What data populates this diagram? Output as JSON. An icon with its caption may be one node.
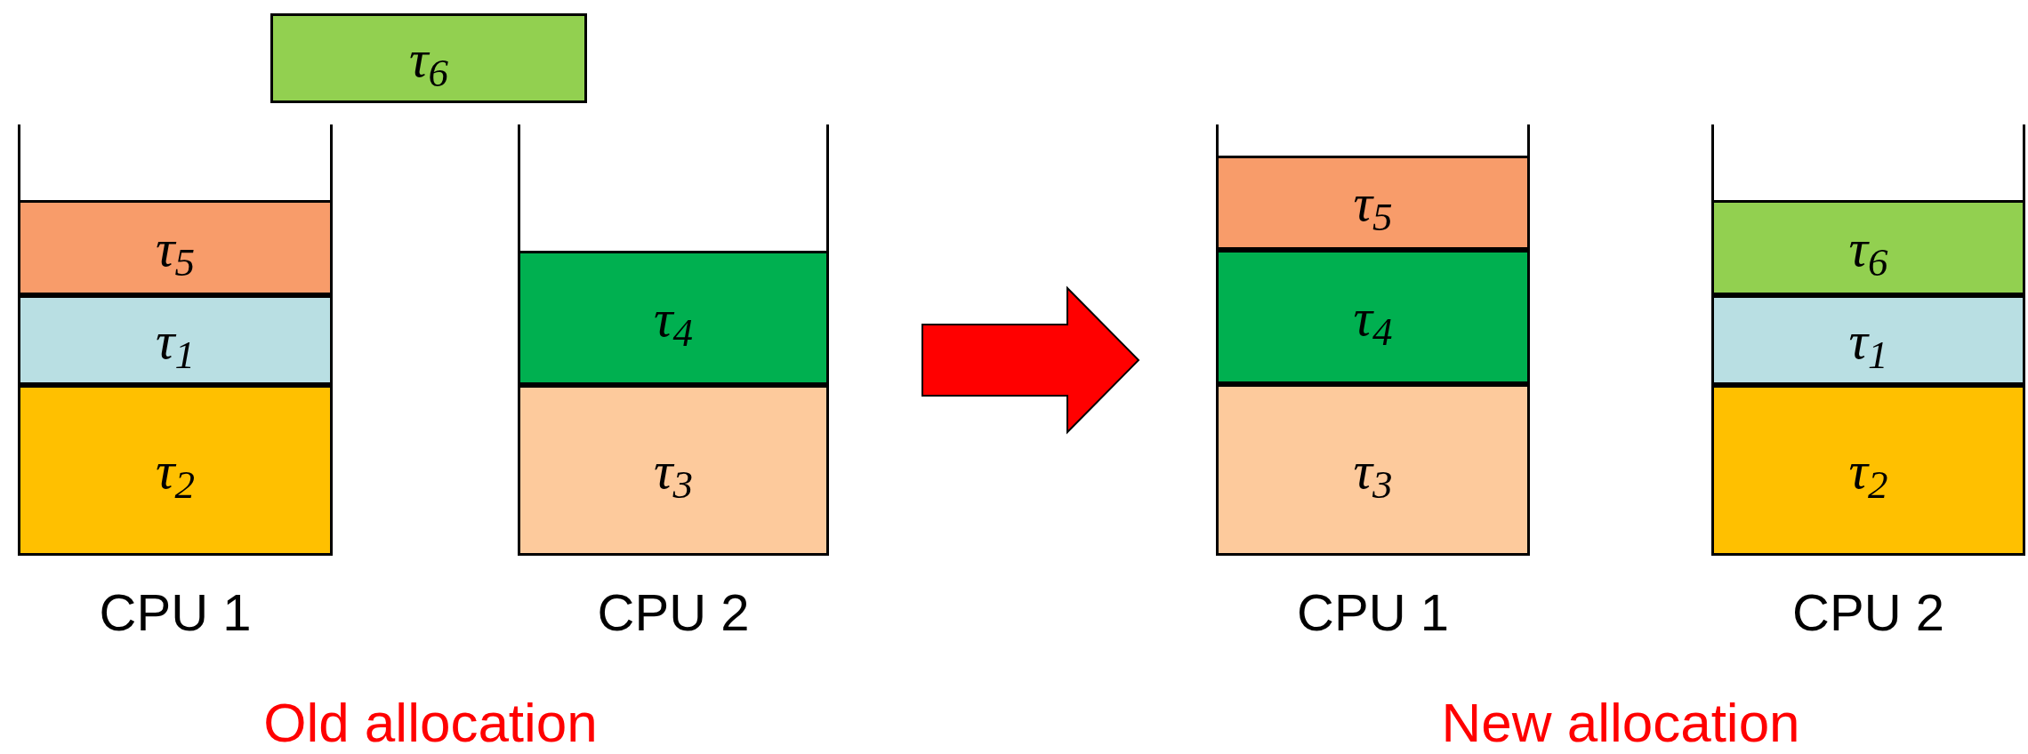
{
  "diagram": {
    "nodes": [
      {
        "text": [
          "τ$_{6}$"
        ]
      },
      {
        "text": [
          "CPU 1"
        ]
      },
      {
        "text": [
          "τ$_{5}$"
        ],
        "in": 1
      },
      {
        "text": [
          "τ$_{1}$"
        ],
        "in": 1
      },
      {
        "text": [
          "τ$_{2}$"
        ],
        "in": 1
      },
      {
        "text": [
          "CPU 2"
        ]
      },
      {
        "text": [
          "τ$_{4}$"
        ],
        "in": 5
      },
      {
        "text": [
          "τ$_{3}$"
        ],
        "in": 5
      },
      {
        "text": [
          "CPU 1"
        ]
      },
      {
        "text": [
          "τ$_{5}$"
        ],
        "in": 8
      },
      {
        "text": [
          "τ$_{4}$"
        ],
        "in": 8
      },
      {
        "text": [
          "τ$_{3}$"
        ],
        "in": 8
      },
      {
        "text": [
          "CPU 2"
        ]
      },
      {
        "text": [
          "τ$_{6}$"
        ],
        "in": 12
      },
      {
        "text": [
          "τ$_{1}$"
        ],
        "in": 12
      },
      {
        "text": [
          "τ$_{2}$"
        ],
        "in": 12
      }
    ],
    "edges": [
      {
        "from": 5,
        "to": 8,
        "arrow": "to",
        "style": "thick",
        "color": "#ff0000"
      }
    ],
    "labels": [
      "Old allocation",
      "New allocation"
    ]
  }
}
